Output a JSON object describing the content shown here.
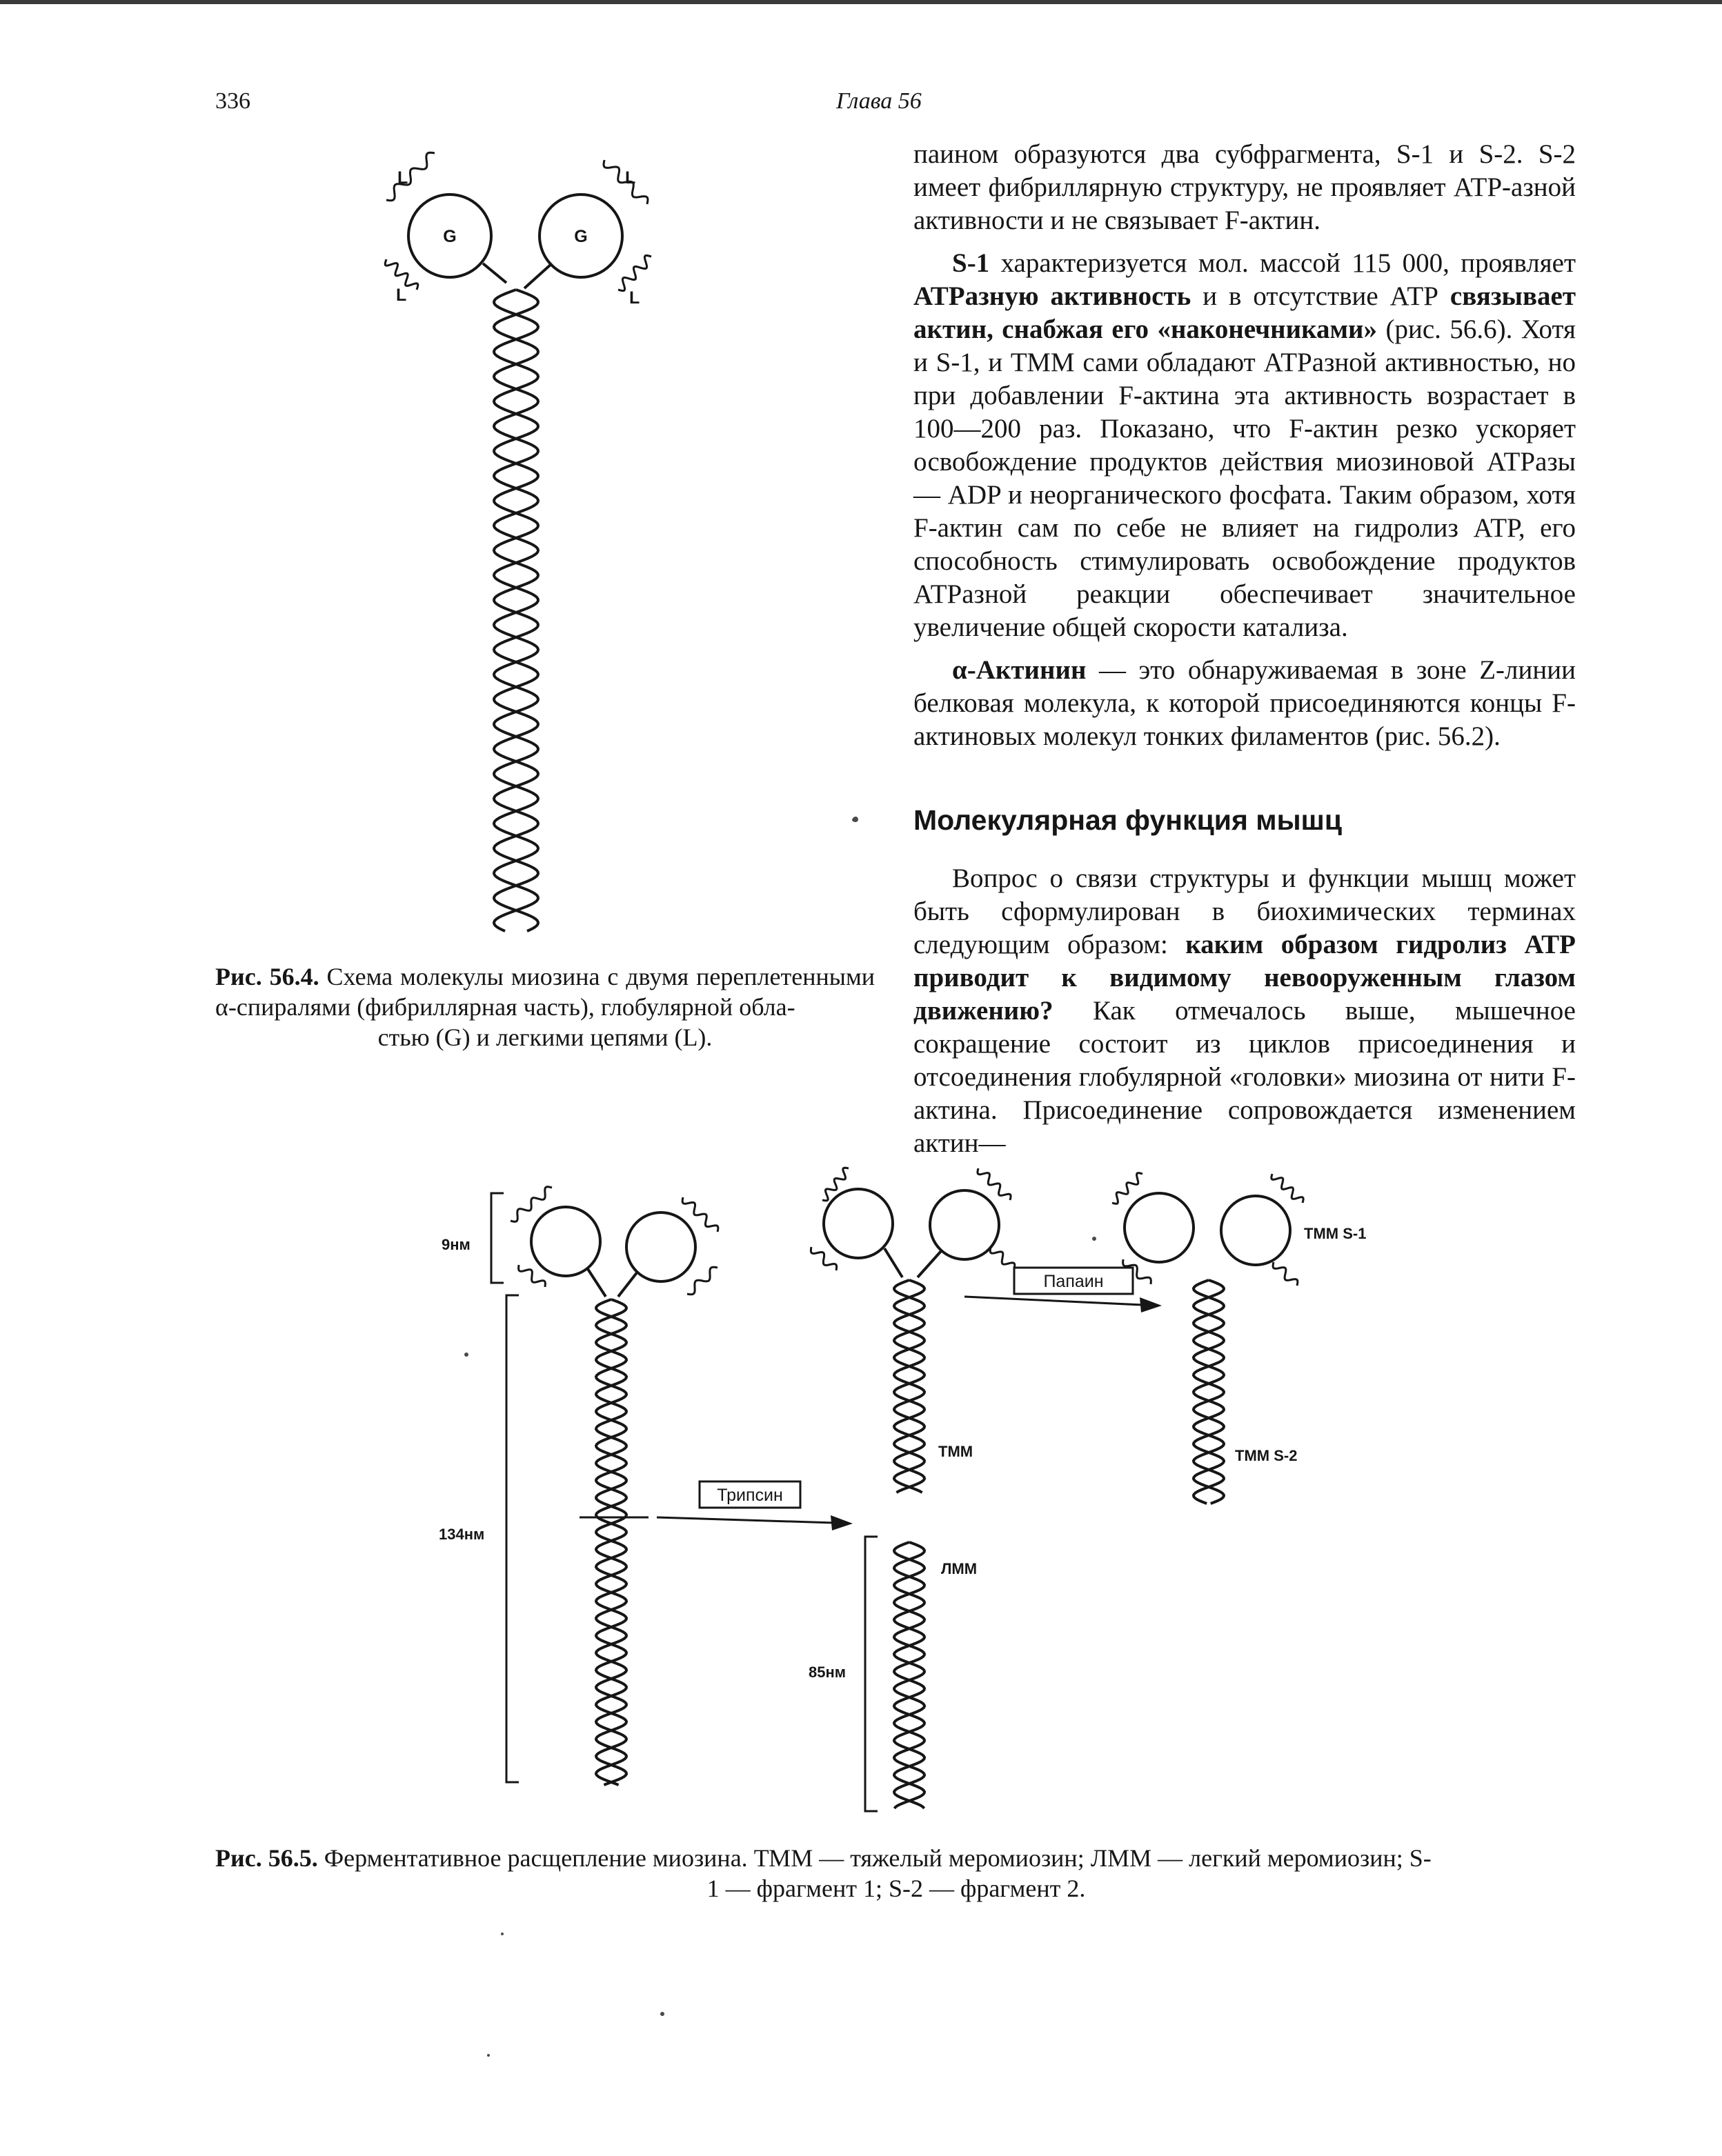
{
  "header": {
    "page_number": "336",
    "running_head": "Глава 56"
  },
  "right_column": {
    "p1": "паином образуются два субфрагмента, S-1 и S-2. S-2 имеет фибриллярную структуру, не проявляет АТР-азной активности и не связывает F-актин.",
    "p2_lead": "S-1",
    "p2_a": " характеризуется мол. массой 115 000, проявляет ",
    "p2_b_bold": "АТРазную активность",
    "p2_c": " и в отсутствие АТР ",
    "p2_d_bold": "связывает актин, снабжая его «наконечниками»",
    "p2_e": " (рис. 56.6). Хотя и S-1, и ТММ сами обладают АТРазной активностью, но при добавлении F-актина эта активность возрастает в 100—200 раз. Показано, что F-актин резко ускоряет освобождение продуктов действия миозиновой АТРазы — ADP и неорганического фосфата. Таким образом, хотя F-актин сам по себе не влияет на гидролиз АТР, его способность стимулировать освобождение продуктов АТРазной реакции обеспечивает значительное увеличение общей скорости катализа.",
    "p3_lead": "α-Актинин",
    "p3_rest": " — это обнаруживаемая в зоне Z-линии белковая молекула, к которой присоединяются концы F-актиновых молекул тонких филаментов (рис. 56.2)."
  },
  "section": {
    "heading": "Молекулярная функция мышц",
    "text_a": "Вопрос о связи структуры и функции мышц может быть сформулирован в биохимических терминах следующим образом: ",
    "text_b_bold": "каким образом гидролиз АТР приводит к видимому невооруженным глазом движению?",
    "text_c": " Как отмечалось выше, мышечное сокращение состоит из циклов присоединения и отсоединения глобулярной «головки» миозина от нити F-актина. Присоединение сопровождается изменением актин—"
  },
  "figure_56_4": {
    "head_label": "G",
    "light_chain_label": "L",
    "caption_lead": "Рис. 56.4.",
    "caption_text": " Схема молекулы миозина с двумя переплетенными α-спиралями (фибриллярная часть), глобулярной обла-",
    "caption_tail": "стью (G) и легкими цепями (L)."
  },
  "figure_56_5": {
    "label_9nm": "9нм",
    "label_134nm": "134нм",
    "label_85nm": "85нм",
    "trypsin": "Трипсин",
    "papain": "Папаин",
    "label_tmm": "ТММ",
    "label_lmm": "ЛММ",
    "label_tmm_s1": "ТММ S-1",
    "label_tmm_s2": "ТММ S-2",
    "caption_lead": "Рис. 56.5.",
    "caption_text": " Ферментативное расщепление миозина. ТММ — тяжелый меромиозин; ЛММ — легкий меромиозин; S-",
    "caption_tail": "1 — фрагмент 1; S-2 — фрагмент 2."
  }
}
